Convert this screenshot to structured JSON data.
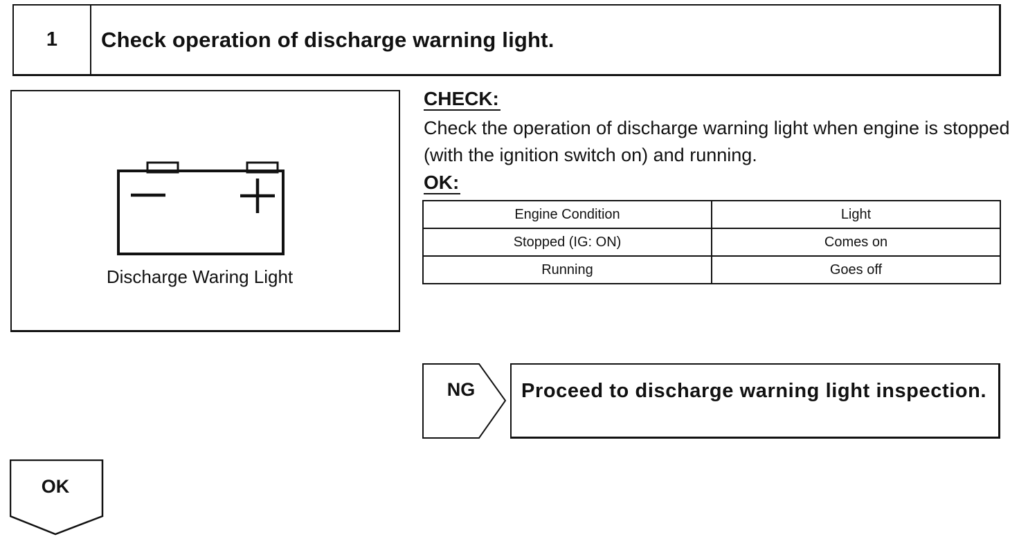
{
  "step": {
    "number": "1",
    "title": "Check operation of discharge warning light."
  },
  "figure": {
    "icon": "battery-icon",
    "caption": "Discharge Waring Light"
  },
  "check": {
    "label": "CHECK:",
    "text": "Check the operation of discharge warning light when engine is stopped (with the ignition switch on) and running."
  },
  "ok": {
    "label": "OK:"
  },
  "table": {
    "headers": [
      "Engine Condition",
      "Light"
    ],
    "rows": [
      [
        "Stopped (IG: ON)",
        "Comes on"
      ],
      [
        "Running",
        "Goes off"
      ]
    ]
  },
  "ng": {
    "tag": "NG",
    "action": "Proceed to discharge warning light inspection."
  },
  "ok_branch": {
    "tag": "OK"
  }
}
